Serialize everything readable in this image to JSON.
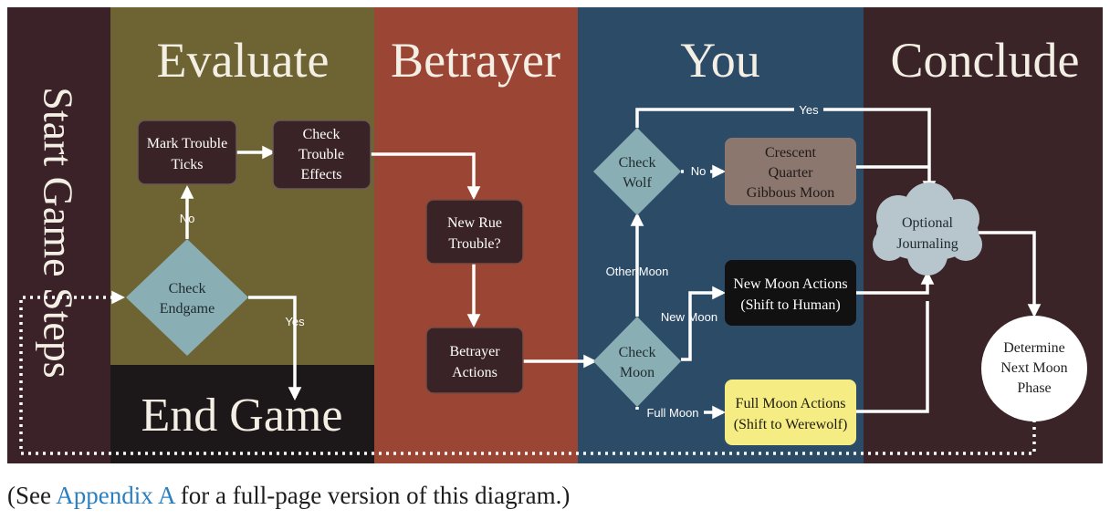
{
  "colors": {
    "start": "#3b2229",
    "evaluate": "#6e6333",
    "betrayer": "#9b4535",
    "you": "#2c4b67",
    "conclude": "#3b2427",
    "end_game": "#1c1718",
    "box": "#3a2327",
    "diamond": "#89afb5",
    "moon_box": "#8c776e",
    "new_moon_box": "#111111",
    "full_moon_box": "#f5ed83",
    "cloud": "#b7c6cc"
  },
  "columns": {
    "start": "Start Game Steps",
    "evaluate": "Evaluate",
    "betrayer": "Betrayer",
    "you": "You",
    "conclude": "Conclude",
    "end_game": "End Game"
  },
  "nodes": {
    "check_endgame": [
      "Check",
      "Endgame"
    ],
    "mark_trouble": [
      "Mark Trouble",
      "Ticks"
    ],
    "check_trouble": [
      "Check",
      "Trouble",
      "Effects"
    ],
    "new_rue": [
      "New Rue",
      "Trouble?"
    ],
    "betrayer_actions": [
      "Betrayer",
      "Actions"
    ],
    "check_moon": [
      "Check",
      "Moon"
    ],
    "check_wolf": [
      "Check",
      "Wolf"
    ],
    "moon_phases": [
      "Crescent",
      "Quarter",
      "Gibbous Moon"
    ],
    "new_moon_actions": [
      "New Moon Actions",
      "(Shift to Human)"
    ],
    "full_moon_actions": [
      "Full Moon Actions",
      "(Shift to Werewolf)"
    ],
    "optional_journaling": [
      "Optional",
      "Journaling"
    ],
    "determine_next": [
      "Determine",
      "Next Moon",
      "Phase"
    ]
  },
  "edges": {
    "no_endgame": "No",
    "yes_endgame": "Yes",
    "no_wolf": "No",
    "yes_wolf": "Yes",
    "other_moon": "Other Moon",
    "new_moon": "New Moon",
    "full_moon": "Full Moon"
  },
  "caption": {
    "before": "(See ",
    "link": "Appendix A",
    "after": " for a full-page version of this diagram.)"
  }
}
